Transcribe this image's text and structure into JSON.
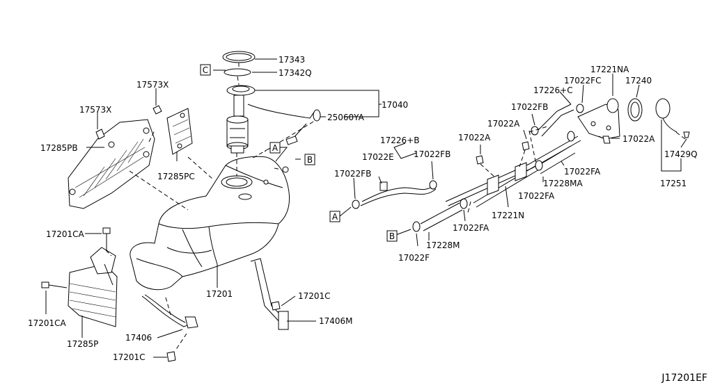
{
  "diagram_id": "J17201EF",
  "callout_markers": [
    "A",
    "B",
    "C"
  ],
  "part_labels": {
    "p17343": "17343",
    "p17342Q": "17342Q",
    "p17040": "17040",
    "p25060YA": "25060YA",
    "p17573X_a": "17573X",
    "p17573X_b": "17573X",
    "p17285PB": "17285PB",
    "p17285PC": "17285PC",
    "p17201CA_a": "17201CA",
    "p17201CA_b": "17201CA",
    "p17285P": "17285P",
    "p17406": "17406",
    "p17201C_a": "17201C",
    "p17201": "17201",
    "p17201C_b": "17201C",
    "p17406M": "17406M",
    "p17226B": "17226+B",
    "p17022E": "17022E",
    "p17022FB_a": "17022FB",
    "p17022FB_b": "17022FB",
    "p17022A_a": "17022A",
    "p17022A_b": "17022A",
    "p17022A_c": "17022A",
    "p17022FB_c": "17022FB",
    "p17226C": "17226+C",
    "p17022FC": "17022FC",
    "p17221NA": "17221NA",
    "p17240": "17240",
    "p17429Q": "17429Q",
    "p17251": "17251",
    "p17022FA_a": "17022FA",
    "p17022FA_b": "17022FA",
    "p17022FA_c": "17022FA",
    "p17228MA": "17228MA",
    "p17221N": "17221N",
    "p17228M": "17228M",
    "p17022F": "17022F"
  }
}
